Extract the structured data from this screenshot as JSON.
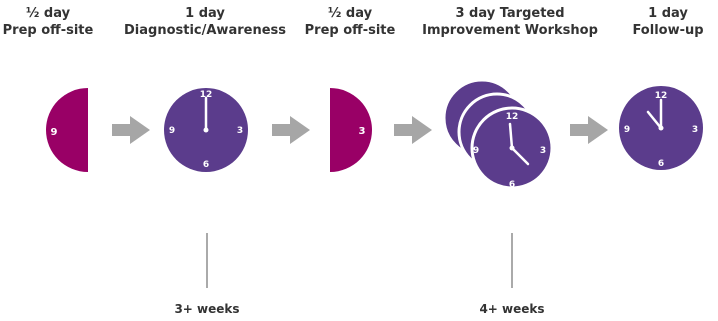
{
  "steps": [
    {
      "line1": "½ day",
      "line2": "Prep off-site"
    },
    {
      "line1": "1 day",
      "line2": "Diagnostic/Awareness"
    },
    {
      "line1": "½ day",
      "line2": "Prep off-site"
    },
    {
      "line1": "3 day Targeted",
      "line2": "Improvement Workshop"
    },
    {
      "line1": "1 day",
      "line2": "Follow-up"
    }
  ],
  "clock_numbers": {
    "twelve": "12",
    "three": "3",
    "six": "6",
    "nine": "9"
  },
  "durations": [
    "3+ weeks",
    "4+ weeks"
  ],
  "colors": {
    "clock_purple": "#5b3c8c",
    "half_magenta": "#990066",
    "arrow_gray": "#a6a6a6",
    "text": "#333333"
  }
}
